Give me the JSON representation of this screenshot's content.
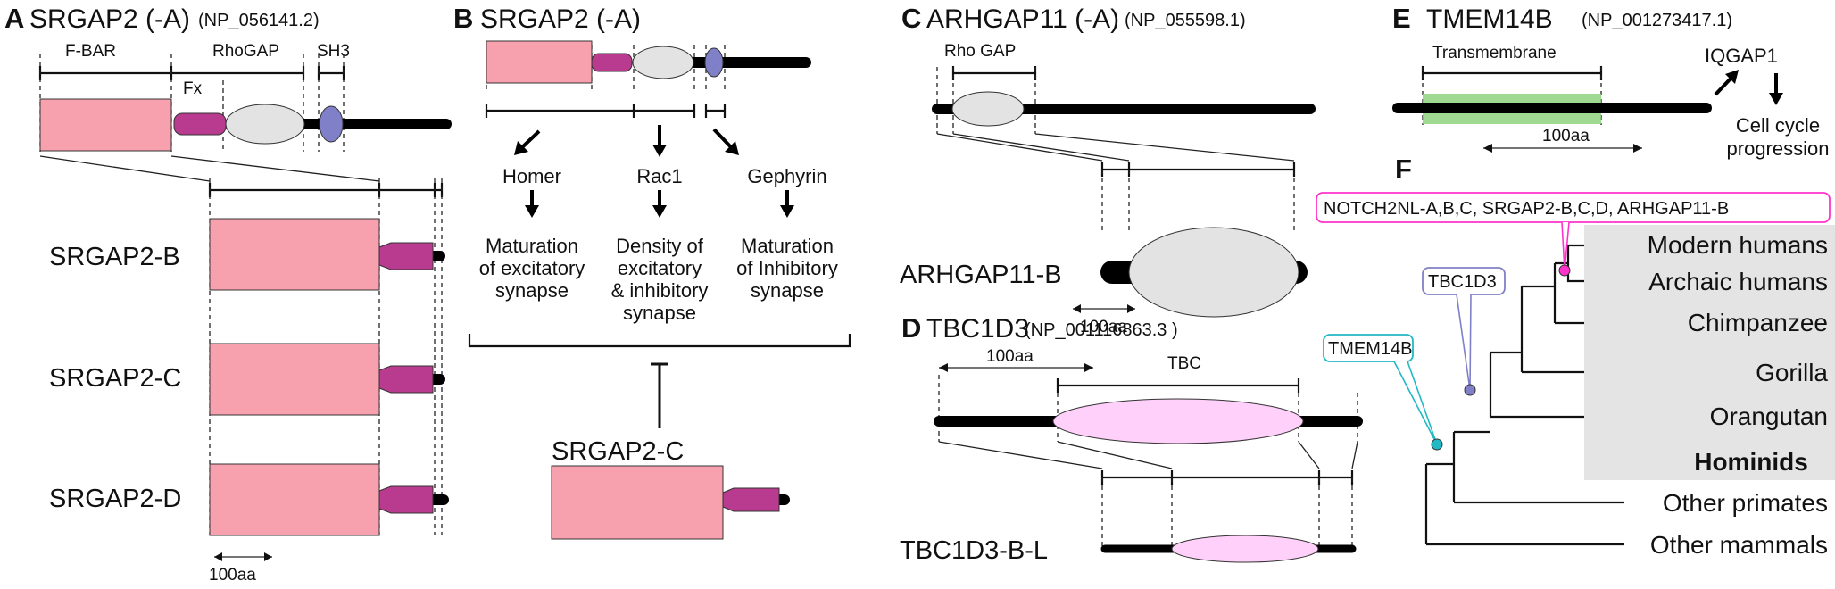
{
  "panel_A": {
    "label": "A",
    "title": "SRGAP2 (-A)",
    "accession": "(NP_056141.2)",
    "domains": {
      "fbar": "F-BAR",
      "fx": "Fx",
      "rhogap": "RhoGAP",
      "sh3": "SH3"
    },
    "isoforms": [
      "SRGAP2-B",
      "SRGAP2-C",
      "SRGAP2-D"
    ],
    "scale": "100aa"
  },
  "panel_B": {
    "label": "B",
    "title": "SRGAP2 (-A)",
    "partners": [
      "Homer",
      "Rac1",
      "Gephyrin"
    ],
    "effects": [
      [
        "Maturation",
        "of excitatory",
        "synapse"
      ],
      [
        "Density of",
        "excitatory",
        "& inhibitory",
        "synapse"
      ],
      [
        "Maturation",
        "of Inhibitory",
        "synapse"
      ]
    ],
    "inhibitor": "SRGAP2-C"
  },
  "panel_C": {
    "label": "C",
    "title": "ARHGAP11 (-A)",
    "accession": "(NP_055598.1)",
    "domain": "Rho GAP",
    "isoform": "ARHGAP11-B",
    "scale": "100aa"
  },
  "panel_D": {
    "label": "D",
    "title": "TBC1D3",
    "accession": "(NP_001116863.3 )",
    "scale": "100aa",
    "domain": "TBC",
    "isoform": "TBC1D3-B-L"
  },
  "panel_E": {
    "label": "E",
    "title": "TMEM14B",
    "accession": "(NP_001273417.1)",
    "domain": "Transmembrane",
    "scale": "100aa",
    "partner": "IQGAP1",
    "effect": [
      "Cell cycle",
      "progression"
    ]
  },
  "panel_F": {
    "label": "F",
    "events": {
      "hominin": "NOTCH2NL-A,B,C, SRGAP2-B,C,D, ARHGAP11-B",
      "tbc1d3": "TBC1D3",
      "tmem14b": "TMEM14B"
    },
    "taxa": [
      "Modern humans",
      "Archaic humans",
      "Chimpanzee",
      "Gorilla",
      "Orangutan",
      "Other primates",
      "Other mammals"
    ],
    "group": "Hominids"
  },
  "colors": {
    "fbar": "#f7a1ae",
    "fx": "#b83b8f",
    "rhogap": "#e3e3e3",
    "sh3": "#8080c8",
    "tbc": "#ffd0f9",
    "transmembrane": "#8fd27f",
    "hominid_shade": "#e4e4e4",
    "hominin_node": "#ff33cc",
    "tbc1d3_node": "#8080c8",
    "tmem14b_node": "#22b8c4"
  }
}
